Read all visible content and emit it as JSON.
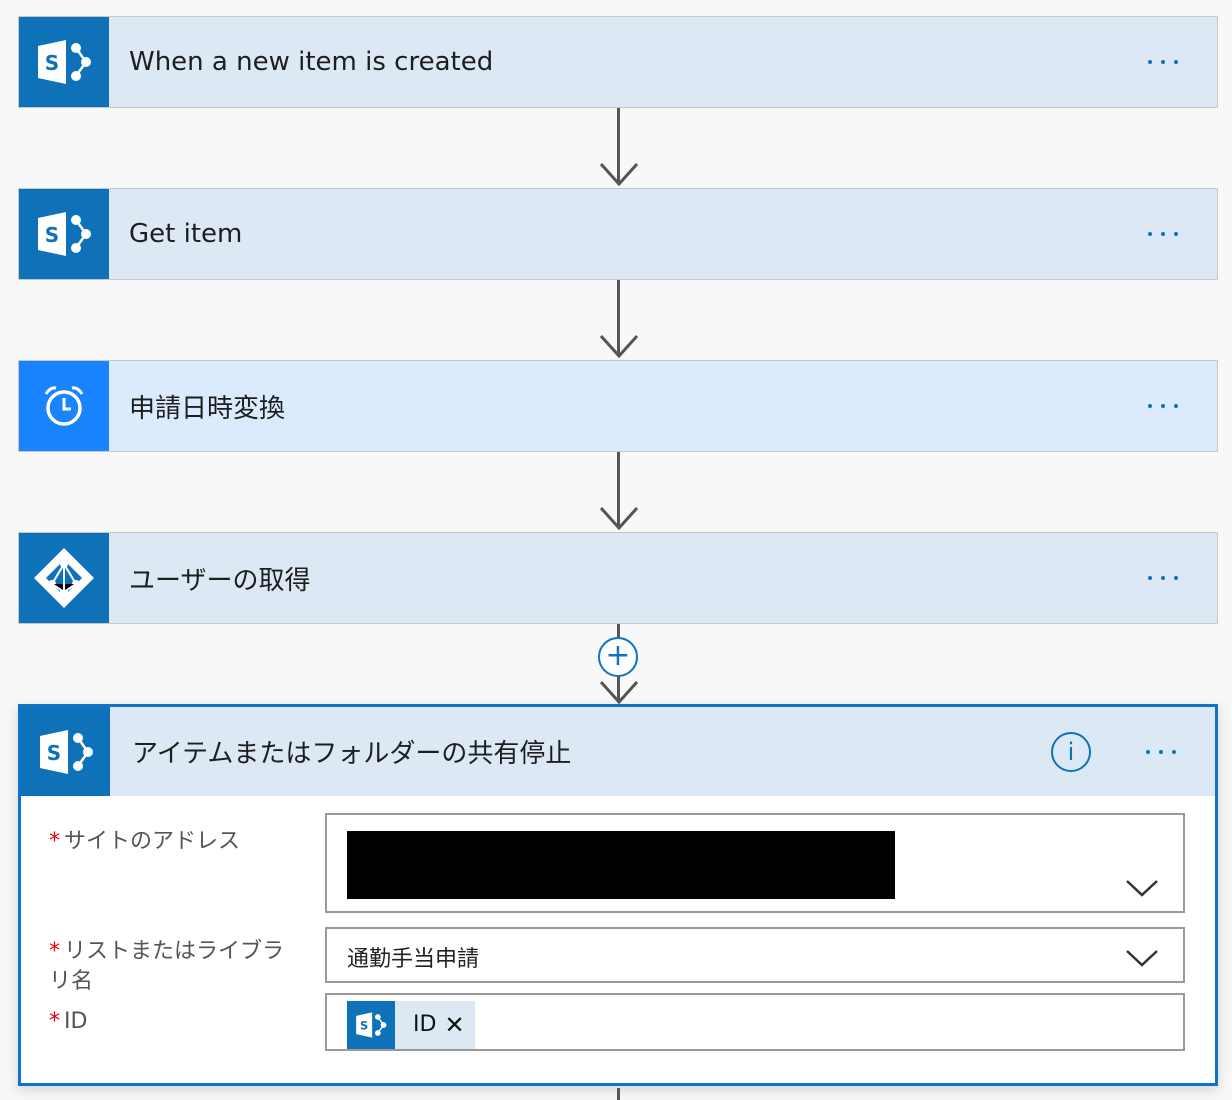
{
  "steps": [
    {
      "title": "When a new item is created",
      "icon": "sharepoint-icon"
    },
    {
      "title": "Get item",
      "icon": "sharepoint-icon"
    },
    {
      "title": "申請日時変換",
      "icon": "alarm-clock-icon"
    },
    {
      "title": "ユーザーの取得",
      "icon": "azure-ad-icon"
    }
  ],
  "action": {
    "title": "アイテムまたはフォルダーの共有停止",
    "info": "i",
    "fields": {
      "site_label": "サイトのアドレス",
      "list_label": "リストまたはライブラリ名",
      "list_value": "通勤手当申請",
      "id_label": "ID",
      "id_token": "ID",
      "required_mark": "*"
    }
  },
  "colors": {
    "sharepoint": "#0f72b9",
    "clock": "#1a84ff",
    "accent": "#1173c5"
  }
}
